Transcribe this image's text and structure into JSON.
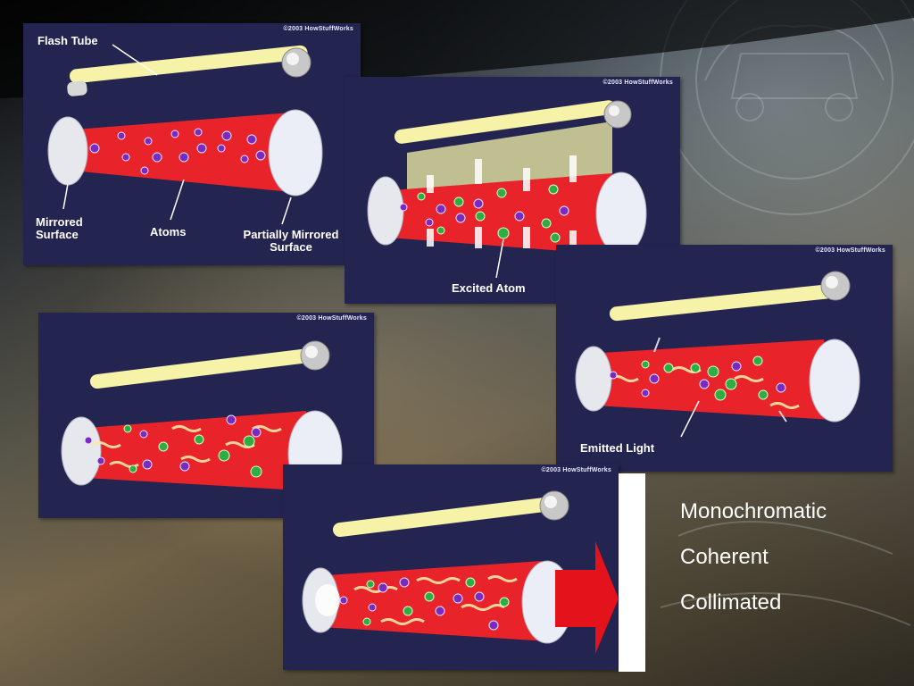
{
  "copyright": "©2003 HowStuffWorks",
  "panel1": {
    "flash_tube": "Flash Tube",
    "mirrored_surface": "Mirrored Surface",
    "atoms": "Atoms",
    "partially_mirrored_surface": "Partially Mirrored Surface"
  },
  "panel2": {
    "excited_atom": "Excited Atom"
  },
  "panel4": {
    "emitted_light": "Emitted Light"
  },
  "bullets": [
    "Monochromatic",
    "Coherent",
    "Collimated"
  ],
  "colors": {
    "panel_bg": "#23244f",
    "tube_red": "#e8232a",
    "atom_purple": "#7a2bbf",
    "atom_green": "#2fae3f",
    "flash_tube": "#f6f3a8"
  }
}
